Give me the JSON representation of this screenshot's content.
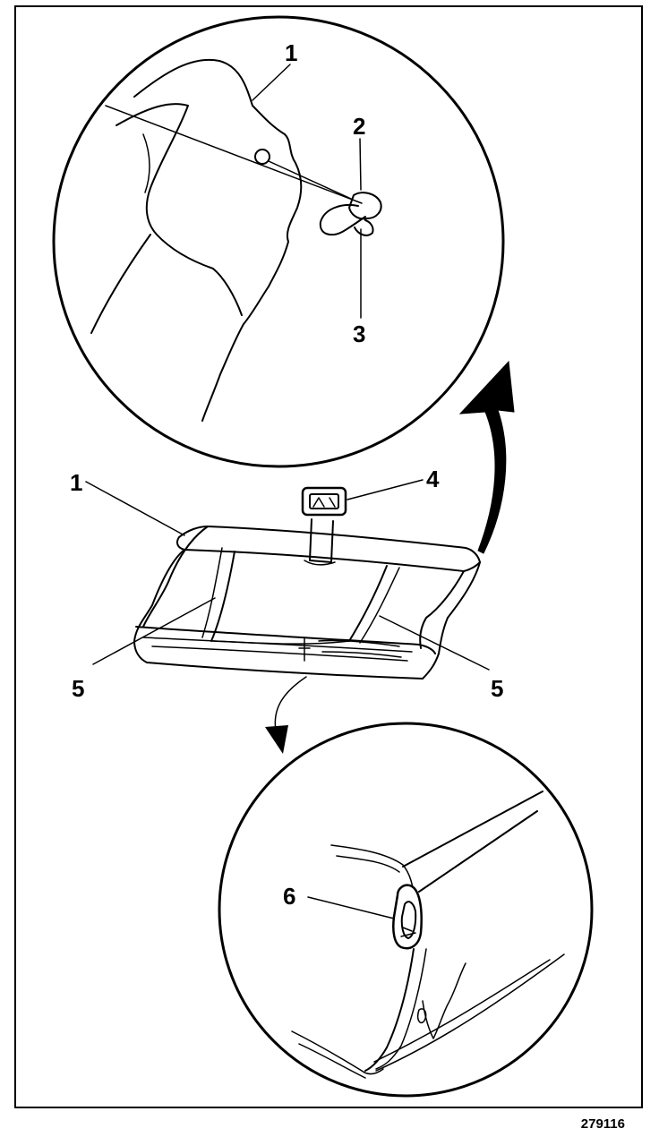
{
  "callouts": {
    "top_1": "1",
    "top_2": "2",
    "top_3": "3",
    "mid_1": "1",
    "mid_4": "4",
    "mid_5_left": "5",
    "mid_5_right": "5",
    "bottom_6": "6"
  },
  "figure_number": "279116",
  "colors": {
    "ink": "#000000",
    "paper": "#ffffff"
  }
}
